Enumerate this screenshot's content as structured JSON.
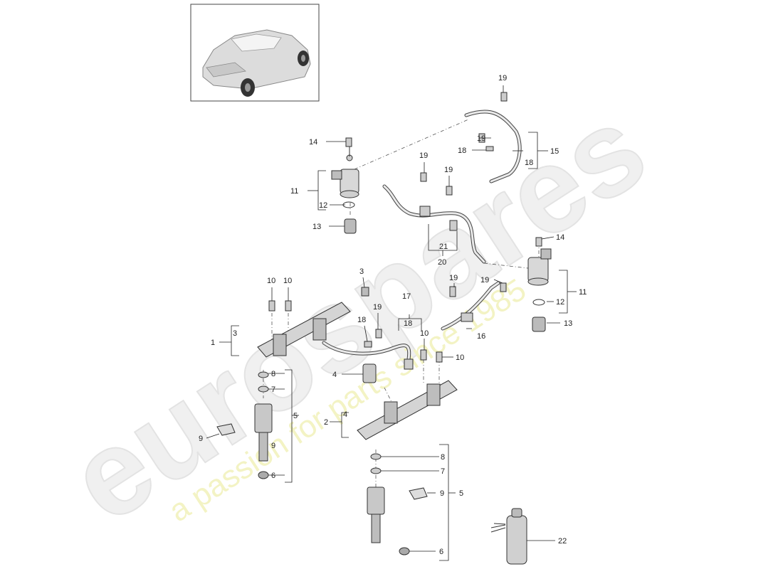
{
  "watermark": {
    "brand": "eurospares",
    "tagline": "a passion for parts since 1985"
  },
  "callouts": [
    {
      "id": "c19a",
      "label": "19"
    },
    {
      "id": "c14a",
      "label": "14"
    },
    {
      "id": "c19b",
      "label": "19"
    },
    {
      "id": "c18a",
      "label": "18"
    },
    {
      "id": "c15",
      "label": "15"
    },
    {
      "id": "c18b",
      "label": "18"
    },
    {
      "id": "c19c",
      "label": "19"
    },
    {
      "id": "c19d",
      "label": "19"
    },
    {
      "id": "c11a",
      "label": "11"
    },
    {
      "id": "c12a",
      "label": "12"
    },
    {
      "id": "c13a",
      "label": "13"
    },
    {
      "id": "c21",
      "label": "21"
    },
    {
      "id": "c20",
      "label": "20"
    },
    {
      "id": "c14b",
      "label": "14"
    },
    {
      "id": "c19e",
      "label": "19"
    },
    {
      "id": "c19f",
      "label": "19"
    },
    {
      "id": "c11b",
      "label": "11"
    },
    {
      "id": "c12b",
      "label": "12"
    },
    {
      "id": "c13b",
      "label": "13"
    },
    {
      "id": "c16",
      "label": "16"
    },
    {
      "id": "c3a",
      "label": "3"
    },
    {
      "id": "c10a",
      "label": "10"
    },
    {
      "id": "c10b",
      "label": "10"
    },
    {
      "id": "c17",
      "label": "17"
    },
    {
      "id": "c18c",
      "label": "18"
    },
    {
      "id": "c18d",
      "label": "18"
    },
    {
      "id": "c19g",
      "label": "19"
    },
    {
      "id": "c10c",
      "label": "10"
    },
    {
      "id": "c10d",
      "label": "10"
    },
    {
      "id": "c1",
      "label": "1"
    },
    {
      "id": "c3b",
      "label": "3"
    },
    {
      "id": "c4a",
      "label": "4"
    },
    {
      "id": "c8a",
      "label": "8"
    },
    {
      "id": "c7a",
      "label": "7"
    },
    {
      "id": "c5a",
      "label": "5"
    },
    {
      "id": "c2",
      "label": "2"
    },
    {
      "id": "c4b",
      "label": "4"
    },
    {
      "id": "c9a",
      "label": "9"
    },
    {
      "id": "c9b",
      "label": "9"
    },
    {
      "id": "c6a",
      "label": "6"
    },
    {
      "id": "c8b",
      "label": "8"
    },
    {
      "id": "c7b",
      "label": "7"
    },
    {
      "id": "c9c",
      "label": "9"
    },
    {
      "id": "c5b",
      "label": "5"
    },
    {
      "id": "c6b",
      "label": "6"
    },
    {
      "id": "c22",
      "label": "22"
    }
  ]
}
